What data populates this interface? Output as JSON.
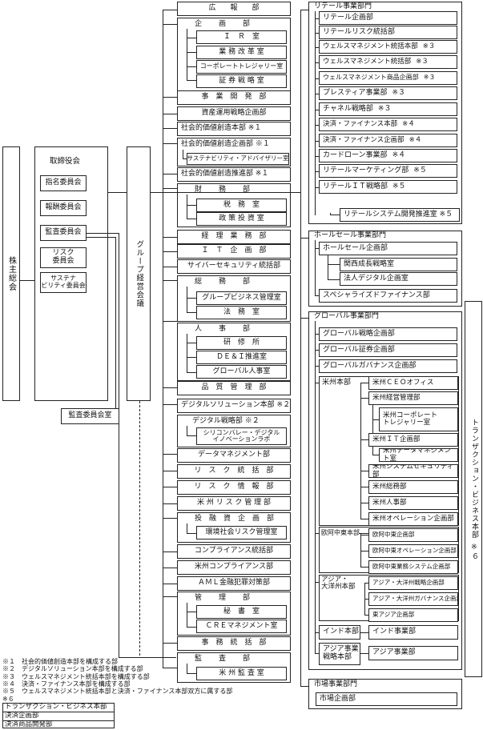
{
  "shareholders": "株主総会",
  "board": {
    "title": "取締役会",
    "committees": [
      "指名委員会",
      "報酬委員会",
      "監査委員会",
      "リスク\n委員会",
      "サステナ\nビリティ委員会"
    ],
    "audit_office": "監査委員会室"
  },
  "gmc": "グループ経営会議",
  "center": {
    "kouhou": "広　　報　　部",
    "kikaku": "企　　画　　部",
    "ir": "Ｉ　Ｒ　室",
    "gyoumu": "業 務 改 革 室",
    "treasury": "コーポレートトレジャリー室",
    "shoken": "証 券 戦 略 室",
    "jigyou": "事　業　開　発　部",
    "shisan": "資産運用戦略企画部",
    "shakai1": "社会的価値創造本部",
    "shakai1_note": "※１",
    "shakai2": "社会的価値創造企画部",
    "shakai2_note": "※１",
    "sustain_adv": "サステナビリティ・アドバイザリー室",
    "shakai3": "社会的価値創造推進部",
    "shakai3_note": "※１",
    "zaimu": "財　　務　　部",
    "zeimu": "税　務　室",
    "seisaku": "政 策 投 資 室",
    "keiri": "経　理　業　務　部",
    "it": "Ｉ　Ｔ　企　画　部",
    "cyber": "サイバーセキュリティ統括部",
    "soumu": "総　　務　　部",
    "group_biz": "グループビジネス管理室",
    "houmu": "法　務　室",
    "jinji": "人　　事　　部",
    "kenshu": "研　修　所",
    "dei": "ＤＥ＆Ｉ推進室",
    "global_jinji": "グローバル人事室",
    "hinshitsu": "品　質　管　理　部",
    "digital_hq": "デジタルソリューション本部",
    "digital_hq_note": "※２",
    "digital_senryaku": "デジタル戦略部",
    "digital_senryaku_note": "※２",
    "silicon": "シリコンバレー・デジタル\nイノベーションラボ",
    "data_mgmt": "データマネジメント部",
    "risk_toukatsu": "リ　ス　ク　統　括　部",
    "risk_jouhou": "リ　ス　ク　情　報　部",
    "us_risk": "米 州 リ ス ク 管 理 部",
    "toushi": "投　融　資　企　画　部",
    "env_risk": "環境社会リスク管理室",
    "compliance": "コンプライアンス統括部",
    "us_compliance": "米州コンプライアンス部",
    "aml": "ＡＭＬ金融犯罪対策部",
    "kanri": "管　　理　　部",
    "hisho": "秘　書　室",
    "cre": "ＣＲＥマネジメント室",
    "jimu": "事　務　統　括　部",
    "kansa": "監　　査　　部",
    "us_kansa": "米 州 監 査 室"
  },
  "retail": {
    "title": "リテール事業部門",
    "items": [
      {
        "label": "リテール企画部",
        "note": ""
      },
      {
        "label": "リテールリスク統括部",
        "note": ""
      },
      {
        "label": "ウェルスマネジメント統括本部",
        "note": "※３"
      },
      {
        "label": "ウェルスマネジメント統括部",
        "note": "※３"
      },
      {
        "label": "ウェルスマネジメント商品企画部",
        "note": "※３"
      },
      {
        "label": "プレスティア事業部",
        "note": "※３"
      },
      {
        "label": "チャネル戦略部",
        "note": "※３"
      },
      {
        "label": "決済・ファイナンス本部",
        "note": "※４"
      },
      {
        "label": "決済・ファイナンス企画部",
        "note": "※４"
      },
      {
        "label": "カードローン事業部",
        "note": "※４"
      },
      {
        "label": "リテールマーケティング部",
        "note": "※５"
      },
      {
        "label": "リテールＩＴ戦略部",
        "note": "※５"
      }
    ],
    "sub": {
      "label": "リテールシステム開発推進室",
      "note": "※５"
    }
  },
  "wholesale": {
    "title": "ホールセール事業部門",
    "kikaku": "ホールセール企画部",
    "kansai": "関西成長戦略室",
    "houjin": "法人デジタル企画室",
    "special": "スペシャライズドファイナンス部"
  },
  "global": {
    "title": "グローバル事業部門",
    "top": [
      "グローバル戦略企画部",
      "グローバル証券企画部",
      "グローバルガバナンス企画部"
    ],
    "us_hq": "米州本部",
    "us_items": [
      "米州ＣＥＯオフィス",
      "米州経営管理部",
      "米州コーポレート\nトレジャリー室",
      "米州ＩＴ企画部",
      "米州データマネジメント室",
      "米州システムセキュリティ部",
      "米州総務部",
      "米州人事部",
      "米州オペレーション企画部"
    ],
    "eu_hq": "欧阿中東本部",
    "eu_items": [
      "欧阿中東企画部",
      "欧阿中東オペレーション企画部",
      "欧阿中東業務システム企画部"
    ],
    "asia_hq": "アジア・\n大洋州本部",
    "asia_items": [
      "アジア・大洋州戦略企画部",
      "アジア・大洋州ガバナンス企画部",
      "東アジア企画部"
    ],
    "india_hq": "インド本部",
    "india_items": [
      "インド事業部"
    ],
    "ag_hq": "アジア事業\n戦略本部",
    "ag_items": [
      "アジア事業部"
    ]
  },
  "market": {
    "title": "市場事業部門",
    "items": [
      "市場企画部"
    ]
  },
  "transaction": {
    "label": "トランザクション・ビジネス本部",
    "note": "※６"
  },
  "notes": {
    "lines": [
      "※１　社会的価値創造本部を構成する部",
      "※２　デジタルソリューション本部を構成する部",
      "※３　ウェルスマネジメント統括本部を構成する部",
      "※４　決済・ファイナンス本部を構成する部",
      "※５　ウェルスマネジメント統括本部と決済・ファイナンス本部双方に属する部",
      "※６"
    ],
    "box": [
      "トランザクション・ビジネス本部",
      "決済企画部",
      "決済商品開発部"
    ]
  }
}
